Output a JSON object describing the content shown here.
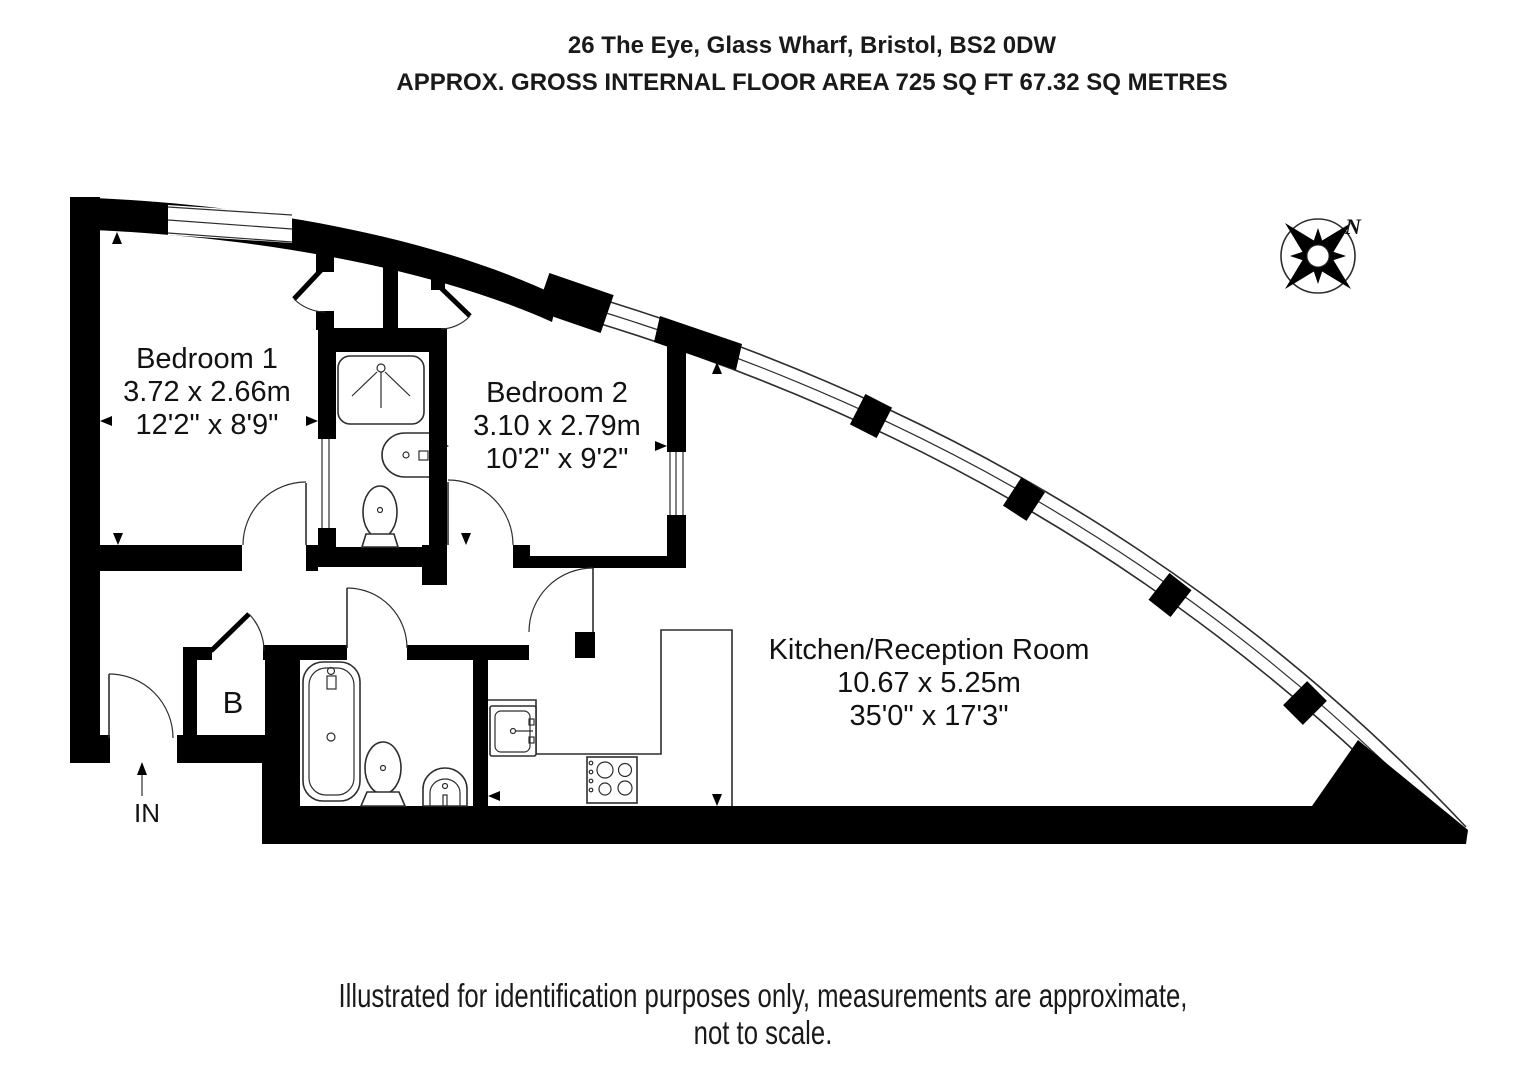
{
  "header": {
    "address": "26  The Eye, Glass Wharf, Bristol, BS2 0DW",
    "area_line": "APPROX. GROSS INTERNAL FLOOR AREA 725 SQ FT 67.32 SQ METRES"
  },
  "rooms": {
    "bedroom1": {
      "name": "Bedroom 1",
      "metric": "3.72 x 2.66m",
      "imperial": "12'2\" x 8'9\""
    },
    "bedroom2": {
      "name": "Bedroom 2",
      "metric": "3.10 x 2.79m",
      "imperial": "10'2\" x 9'2\""
    },
    "kitchen": {
      "name": "Kitchen/Reception Room",
      "metric": "10.67 x 5.25m",
      "imperial": "35'0\" x 17'3\""
    },
    "storage": {
      "label": "B"
    },
    "entrance": {
      "label": "IN"
    }
  },
  "compass": {
    "north_label": "N"
  },
  "footer": {
    "line1": "Illustrated for identification purposes only, measurements are approximate,",
    "line2": "not to scale."
  },
  "colors": {
    "wall": "#000000",
    "line": "#2e2e2e",
    "background": "#ffffff"
  }
}
